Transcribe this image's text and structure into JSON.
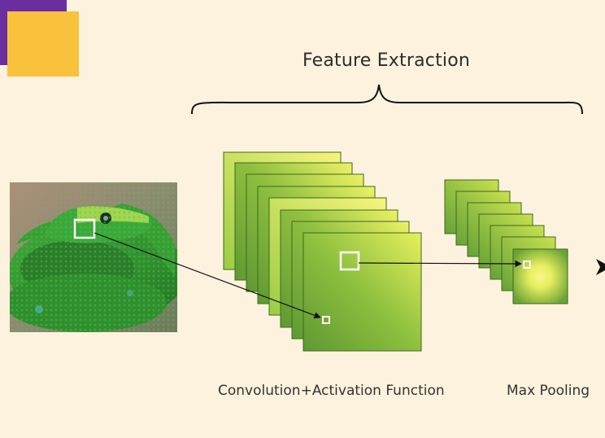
{
  "diagram": {
    "title": "Feature Extraction",
    "labels": {
      "conv": "Convolution+Activation Function",
      "pool": "Max Pooling"
    },
    "colors": {
      "background": "#fdf2dd",
      "accent_purple": "#6a2ea0",
      "accent_yellow": "#f9c23c",
      "map_green": "#6fa63a",
      "map_yellow": "#f4f27a",
      "arrow": "#111111",
      "selection_box": "#ffffff"
    },
    "input_image": "green tree python snake photo"
  }
}
